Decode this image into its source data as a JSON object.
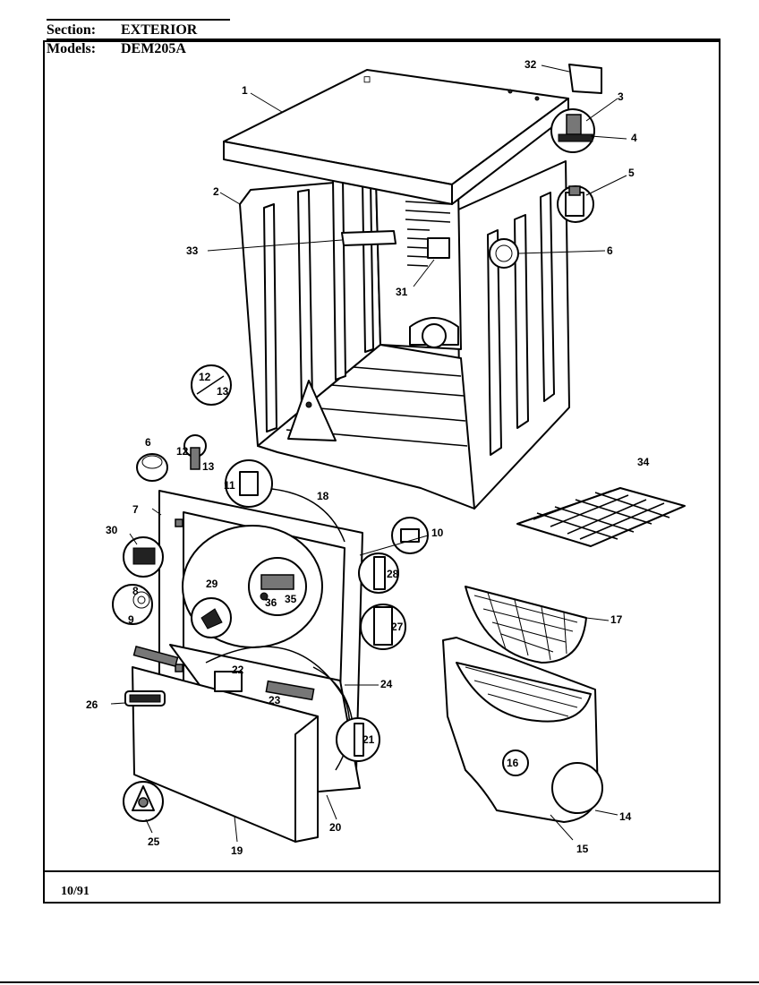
{
  "header": {
    "section_label": "Section:",
    "section_value": "EXTERIOR",
    "models_label": "Models:",
    "models_value": "DEM205A"
  },
  "footer": {
    "date": "10/91"
  },
  "callouts": [
    "1",
    "2",
    "3",
    "4",
    "5",
    "6",
    "6",
    "7",
    "8",
    "9",
    "10",
    "11",
    "12",
    "12",
    "13",
    "13",
    "14",
    "15",
    "16",
    "17",
    "18",
    "19",
    "20",
    "21",
    "22",
    "23",
    "24",
    "25",
    "26",
    "27",
    "28",
    "29",
    "30",
    "31",
    "32",
    "33",
    "34",
    "35",
    "36"
  ]
}
